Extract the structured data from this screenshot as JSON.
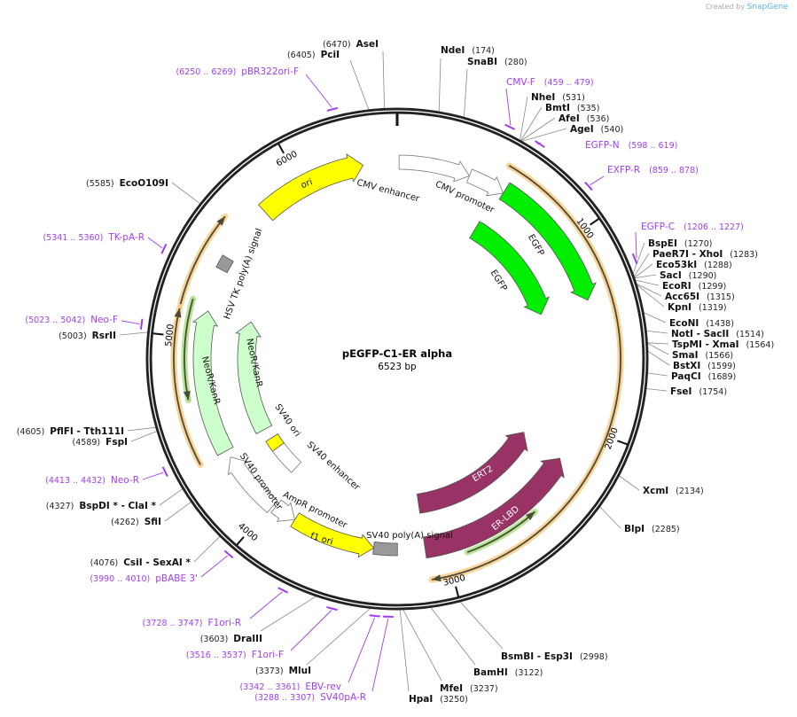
{
  "credit": {
    "prefix": "Created by",
    "brand": "SnapGene"
  },
  "plasmid": {
    "name": "pEGFP-C1-ER alpha",
    "length_label": "6523 bp",
    "length": 6523
  },
  "ticks": [
    {
      "bp": 1000,
      "label": "1000"
    },
    {
      "bp": 2000,
      "label": "2000"
    },
    {
      "bp": 3000,
      "label": "3000"
    },
    {
      "bp": 4000,
      "label": "4000"
    },
    {
      "bp": 5000,
      "label": "5000"
    },
    {
      "bp": 6000,
      "label": "6000"
    }
  ],
  "features": [
    {
      "name": "CMV enhancer",
      "start": 10,
      "end": 390,
      "direction": "+",
      "color": "#ffffff"
    },
    {
      "name": "CMV promoter",
      "start": 390,
      "end": 590,
      "direction": "+",
      "color": "#ffffff"
    },
    {
      "name": "EGFP",
      "start": 590,
      "end": 1320,
      "direction": "+",
      "color": "#00ee00"
    },
    {
      "name": "EGFP",
      "start": 560,
      "end": 1320,
      "direction": "+",
      "color": "#00ee00"
    },
    {
      "name": "ER-LBD",
      "start": 2200,
      "end": 3110,
      "direction": "-",
      "color": "#993366"
    },
    {
      "name": "ERT2",
      "start": 2175,
      "end": 3110,
      "direction": "-",
      "color": "#993366"
    },
    {
      "name": "SV40 poly(A) signal",
      "start": 3260,
      "end": 3390,
      "direction": "0",
      "color": "#999999"
    },
    {
      "name": "f1 ori",
      "start": 3390,
      "end": 3850,
      "direction": "-",
      "color": "#ffff00"
    },
    {
      "name": "AmpR promoter",
      "start": 3850,
      "end": 3975,
      "direction": "-",
      "color": "#ffffff"
    },
    {
      "name": "SV40 promoter",
      "start": 3990,
      "end": 4340,
      "direction": "+",
      "color": "#ffffff"
    },
    {
      "name": "SV40 enhancer",
      "start": 4040,
      "end": 4230,
      "direction": "0",
      "color": "#ffffff"
    },
    {
      "name": "SV40 ori",
      "start": 4230,
      "end": 4310,
      "direction": "0",
      "color": "#ffff00"
    },
    {
      "name": "NeoR/KanR",
      "start": 4380,
      "end": 5150,
      "direction": "+",
      "color": "#ccffcc"
    },
    {
      "name": "NeoR/KanR",
      "start": 4385,
      "end": 5150,
      "direction": "+",
      "color": "#ccffcc"
    },
    {
      "name": "HSV TK poly(A) signal",
      "start": 5380,
      "end": 5450,
      "direction": "0",
      "color": "#999999"
    },
    {
      "name": "ori",
      "start": 5763,
      "end": 6342,
      "direction": "+",
      "color": "#ffff00"
    }
  ],
  "orfs": [
    {
      "start": 545,
      "end": 3100,
      "direction": "+",
      "color": "#f5b041"
    },
    {
      "start": 4380,
      "end": 5130,
      "direction": "+",
      "color": "#f5b041"
    },
    {
      "start": 5150,
      "end": 5610,
      "direction": "+",
      "color": "#f5b041"
    },
    {
      "start": 2500,
      "end": 2900,
      "direction": "-",
      "color": "#7ccf3a"
    },
    {
      "start": 4690,
      "end": 5190,
      "direction": "-",
      "color": "#7ccf3a"
    }
  ],
  "enzymes": [
    {
      "name": "AseI",
      "pos": "(6470)",
      "bp": 6470
    },
    {
      "name": "PciI",
      "pos": "(6405)",
      "bp": 6405
    },
    {
      "name": "NdeI",
      "pos": "(174)",
      "bp": 174
    },
    {
      "name": "SnaBI",
      "pos": "(280)",
      "bp": 280
    },
    {
      "name": "NheI",
      "pos": "(531)",
      "bp": 531
    },
    {
      "name": "BmtI",
      "pos": "(535)",
      "bp": 535
    },
    {
      "name": "AfeI",
      "pos": "(536)",
      "bp": 536
    },
    {
      "name": "AgeI",
      "pos": "(540)",
      "bp": 540
    },
    {
      "name": "BspEI",
      "pos": "(1270)",
      "bp": 1270
    },
    {
      "name": "PaeR7I  - XhoI",
      "pos": "(1283)",
      "bp": 1283
    },
    {
      "name": "Eco53kI",
      "pos": "(1288)",
      "bp": 1288
    },
    {
      "name": "SacI",
      "pos": "(1290)",
      "bp": 1290
    },
    {
      "name": "EcoRI",
      "pos": "(1299)",
      "bp": 1299
    },
    {
      "name": "Acc65I",
      "pos": "(1315)",
      "bp": 1315
    },
    {
      "name": "KpnI",
      "pos": "(1319)",
      "bp": 1319
    },
    {
      "name": "EcoNI",
      "pos": "(1438)",
      "bp": 1438
    },
    {
      "name": "NotI  - SacII",
      "pos": "(1514)",
      "bp": 1514
    },
    {
      "name": "TspMI  - XmaI",
      "pos": "(1564)",
      "bp": 1564
    },
    {
      "name": "SmaI",
      "pos": "(1566)",
      "bp": 1566
    },
    {
      "name": "BstXI",
      "pos": "(1599)",
      "bp": 1599
    },
    {
      "name": "PaqCI",
      "pos": "(1689)",
      "bp": 1689
    },
    {
      "name": "FseI",
      "pos": "(1754)",
      "bp": 1754
    },
    {
      "name": "XcmI",
      "pos": "(2134)",
      "bp": 2134
    },
    {
      "name": "BlpI",
      "pos": "(2285)",
      "bp": 2285
    },
    {
      "name": "BsmBI  - Esp3I",
      "pos": "(2998)",
      "bp": 2998
    },
    {
      "name": "BamHI",
      "pos": "(3122)",
      "bp": 3122
    },
    {
      "name": "MfeI",
      "pos": "(3237)",
      "bp": 3237
    },
    {
      "name": "HpaI",
      "pos": "(3250)",
      "bp": 3250
    },
    {
      "name": "MluI",
      "pos": "(3373)",
      "bp": 3373
    },
    {
      "name": "DraIII",
      "pos": "(3603)",
      "bp": 3603
    },
    {
      "name": "CsiI  - SexAI *",
      "pos": "(4076)",
      "bp": 4076
    },
    {
      "name": "SfiI",
      "pos": "(4262)",
      "bp": 4262
    },
    {
      "name": "BspDI *  - ClaI *",
      "pos": "(4327)",
      "bp": 4327
    },
    {
      "name": "FspI",
      "pos": "(4589)",
      "bp": 4589
    },
    {
      "name": "PflFI  - Tth111I",
      "pos": "(4605)",
      "bp": 4605
    },
    {
      "name": "RsrII",
      "pos": "(5003)",
      "bp": 5003
    },
    {
      "name": "EcoO109I",
      "pos": "(5585)",
      "bp": 5585
    }
  ],
  "primers": [
    {
      "name": "pBR322ori-F",
      "range": "(6250 .. 6269)",
      "start": 6250,
      "end": 6269
    },
    {
      "name": "CMV-F",
      "range": "(459 .. 479)",
      "start": 459,
      "end": 479
    },
    {
      "name": "EGFP-N",
      "range": "(598 .. 619)",
      "start": 598,
      "end": 619
    },
    {
      "name": "EXFP-R",
      "range": "(859 .. 878)",
      "start": 859,
      "end": 878
    },
    {
      "name": "EGFP-C",
      "range": "(1206 .. 1227)",
      "start": 1206,
      "end": 1227
    },
    {
      "name": "TK-pA-R",
      "range": "(5341 .. 5360)",
      "start": 5341,
      "end": 5360
    },
    {
      "name": "Neo-F",
      "range": "(5023 .. 5042)",
      "start": 5023,
      "end": 5042
    },
    {
      "name": "Neo-R",
      "range": "(4413 .. 4432)",
      "start": 4413,
      "end": 4432
    },
    {
      "name": "pBABE 3'",
      "range": "(3990 .. 4010)",
      "start": 3990,
      "end": 4010
    },
    {
      "name": "F1ori-R",
      "range": "(3728 .. 3747)",
      "start": 3728,
      "end": 3747
    },
    {
      "name": "F1ori-F",
      "range": "(3516 .. 3537)",
      "start": 3516,
      "end": 3537
    },
    {
      "name": "EBV-rev",
      "range": "(3342 .. 3361)",
      "start": 3342,
      "end": 3361
    },
    {
      "name": "SV40pA-R",
      "range": "(3288 .. 3307)",
      "start": 3288,
      "end": 3307
    }
  ],
  "colors": {
    "primer": "#a23cf0",
    "backbone": "#222222",
    "enzyme_line": "#888888"
  }
}
